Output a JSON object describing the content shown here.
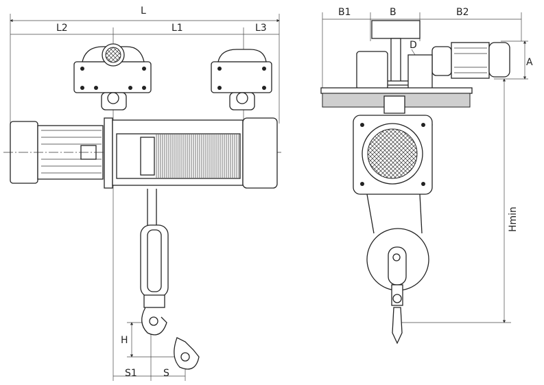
{
  "title": "Electric wire rope hoist dimension drawing",
  "side_view": {
    "labels": {
      "L": "L",
      "L2": "L2",
      "L1": "L1",
      "L3": "L3",
      "H": "H",
      "S1": "S1",
      "S": "S"
    }
  },
  "end_view": {
    "labels": {
      "B1": "B1",
      "B": "B",
      "B2": "B2",
      "D": "D",
      "A": "A",
      "Hmin": "Hmin"
    }
  }
}
